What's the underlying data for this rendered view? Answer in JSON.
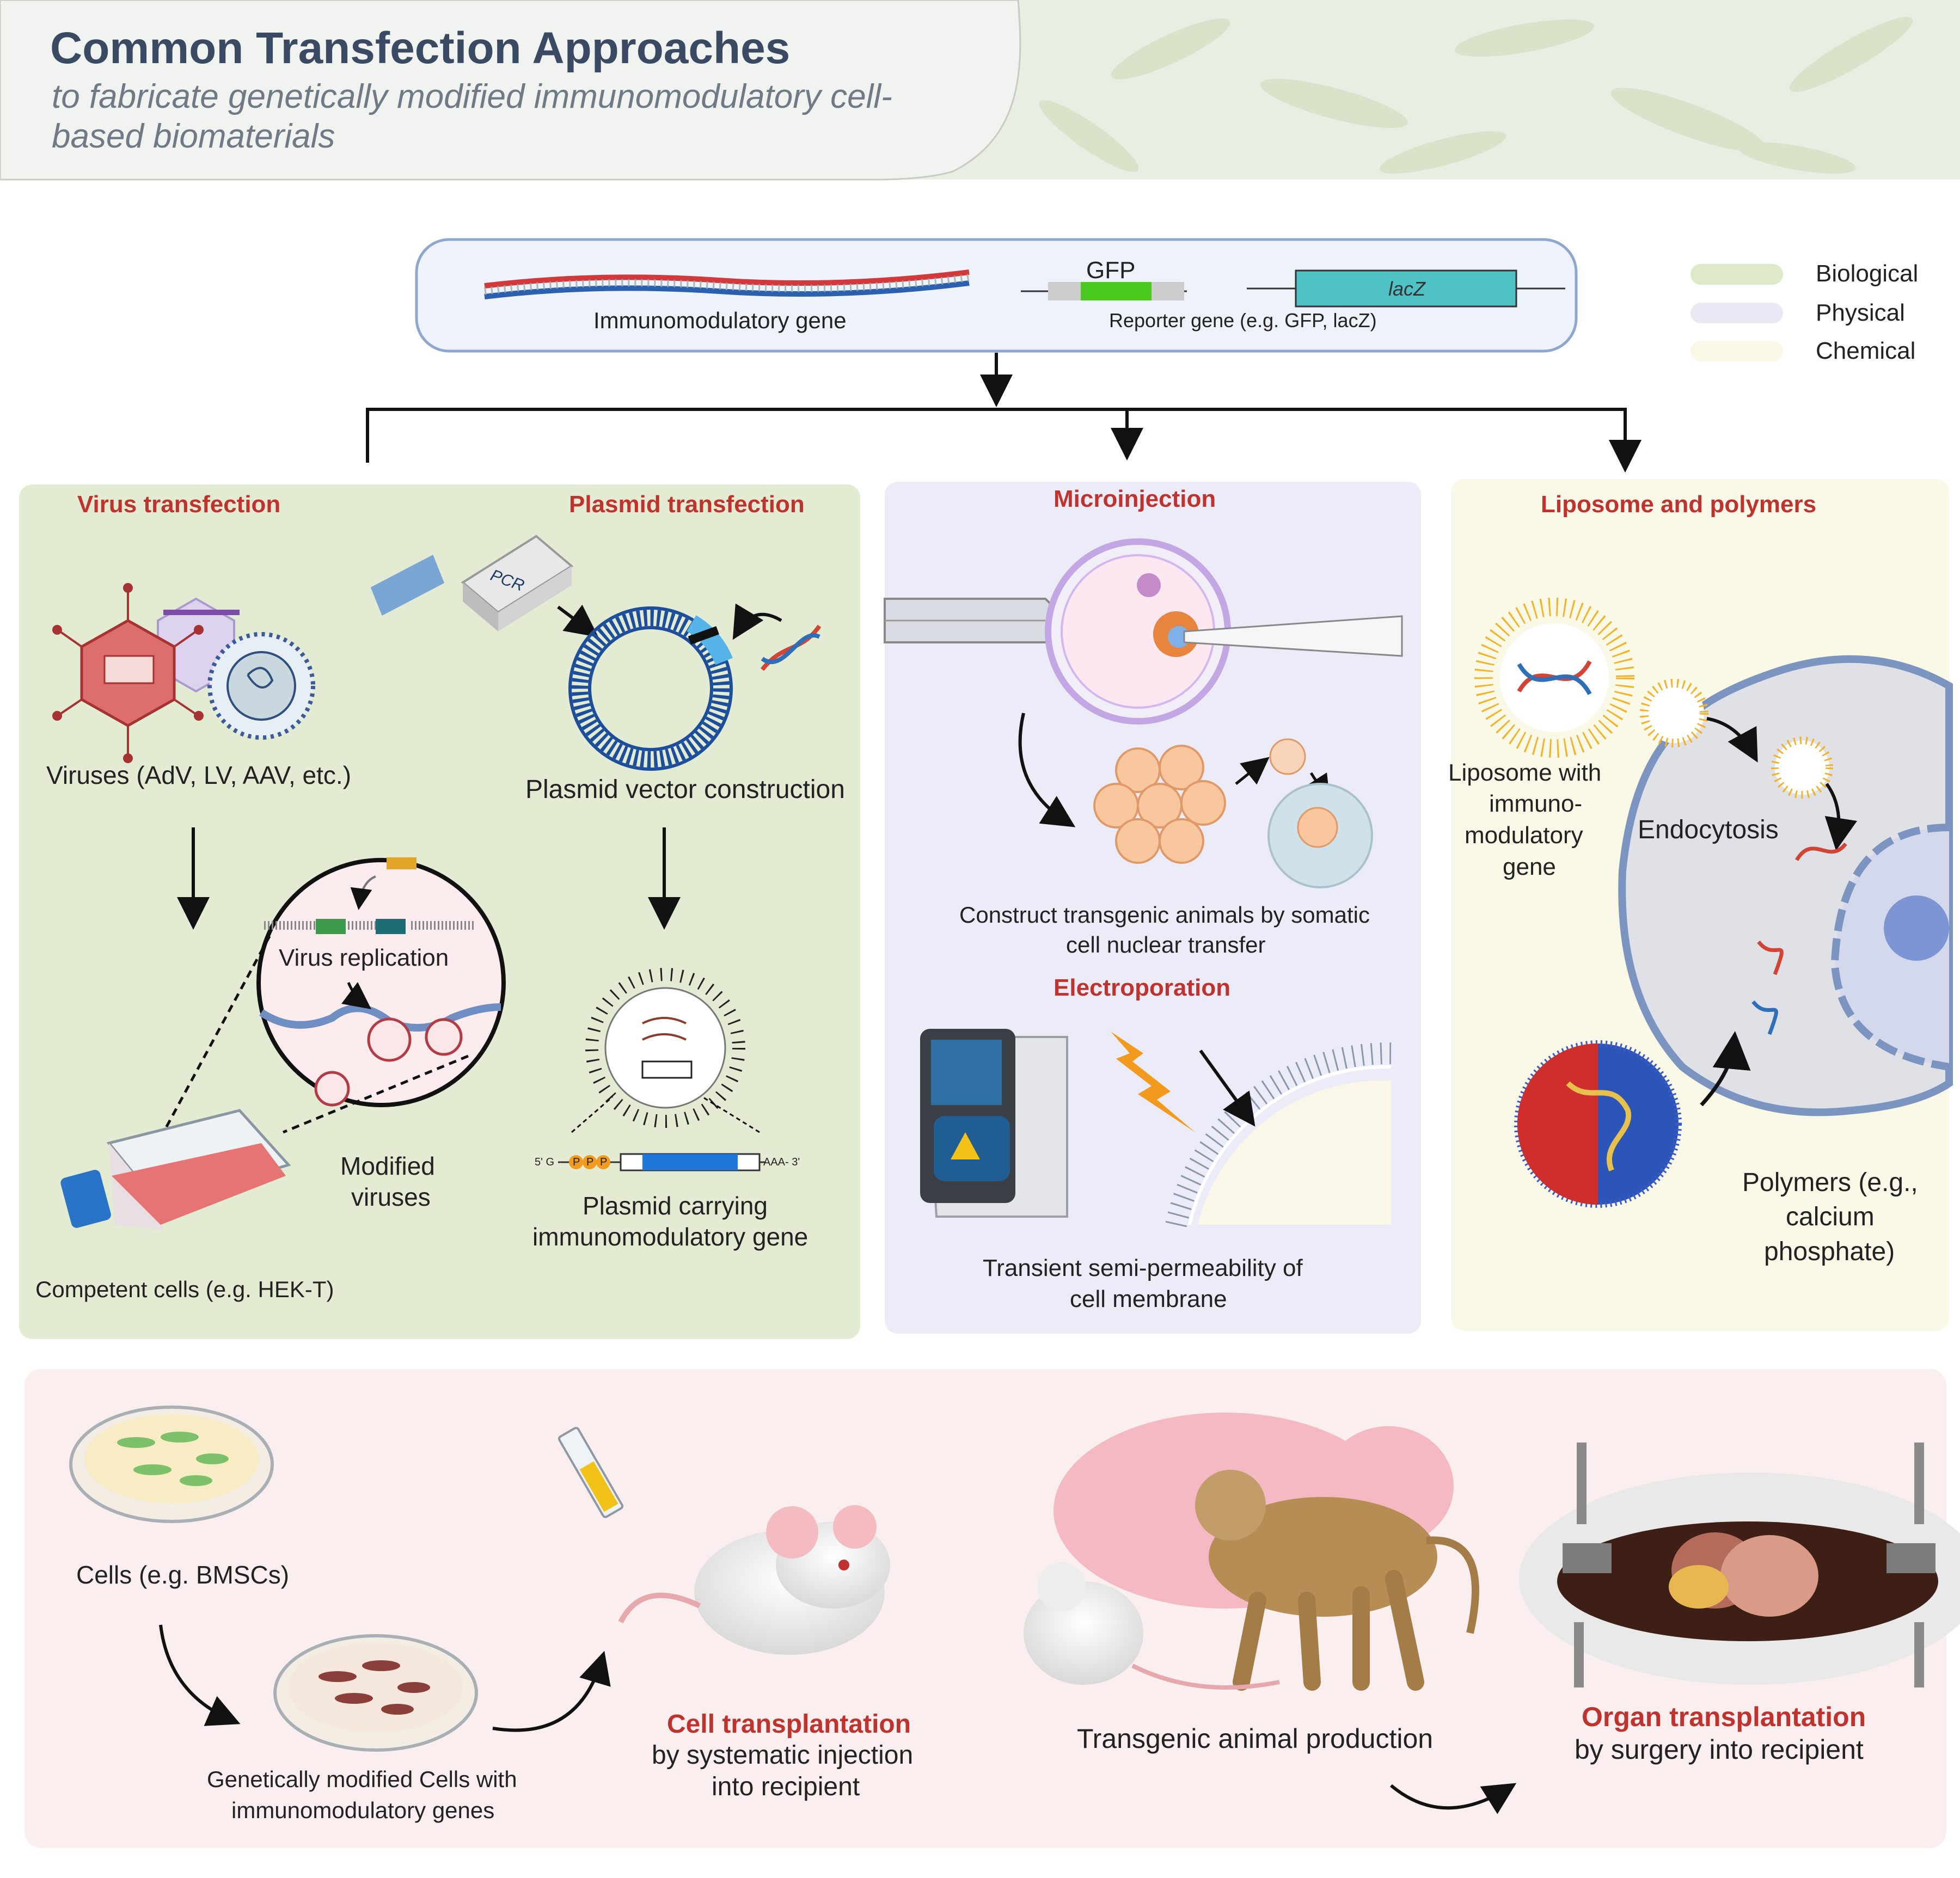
{
  "header": {
    "title": "Common Transfection Approaches",
    "subtitle_line1": "to fabricate genetically modified immunomodulatory cell-",
    "subtitle_line2": "based biomaterials"
  },
  "gene_box": {
    "immunomodulatory_gene": "Immunomodulatory gene",
    "gfp": "GFP",
    "lacz": "lacZ",
    "reporter_gene": "Reporter gene (e.g. GFP, lacZ)"
  },
  "legend": [
    {
      "label": "Biological",
      "color": "#dde9c8"
    },
    {
      "label": "Physical",
      "color": "#ebe8f6"
    },
    {
      "label": "Chemical",
      "color": "#faf8e6"
    }
  ],
  "biological": {
    "virus_title": "Virus transfection",
    "plasmid_title": "Plasmid transfection",
    "viruses_label": "Viruses (AdV, LV, AAV, etc.)",
    "plasmid_vector_label": "Plasmid vector construction",
    "pcr_label": "PCR",
    "virus_replication": "Virus replication",
    "modified_viruses_1": "Modified",
    "modified_viruses_2": "viruses",
    "competent_cells": "Competent cells (e.g. HEK-T)",
    "plasmid_carrying_1": "Plasmid carrying",
    "plasmid_carrying_2": "immunomodulatory gene",
    "five_prime": "5' G",
    "three_prime": "AAA- 3'",
    "p_letter": "P"
  },
  "physical": {
    "microinjection_title": "Microinjection",
    "scnt_1": "Construct transgenic animals by somatic",
    "scnt_2": "cell nuclear transfer",
    "electroporation_title": "Electroporation",
    "transient_1": "Transient semi-permeability of",
    "transient_2": "cell membrane"
  },
  "chemical": {
    "title": "Liposome  and polymers",
    "liposome_1": "Liposome with",
    "liposome_2": "immuno-",
    "liposome_3": "modulatory",
    "liposome_4": "gene",
    "endocytosis": "Endocytosis",
    "polymers_1": "Polymers (e.g.,",
    "polymers_2": "calcium",
    "polymers_3": "phosphate)"
  },
  "bottom": {
    "cells": "Cells (e.g. BMSCs)",
    "gm_cells_1": "Genetically modified Cells with",
    "gm_cells_2": "immunomodulatory genes",
    "cell_transplant_title": "Cell transplantation",
    "cell_transplant_1": "by systematic injection",
    "cell_transplant_2": "into recipient",
    "transgenic": "Transgenic animal production",
    "organ_title": "Organ transplantation",
    "organ_sub": "by surgery into recipient"
  }
}
